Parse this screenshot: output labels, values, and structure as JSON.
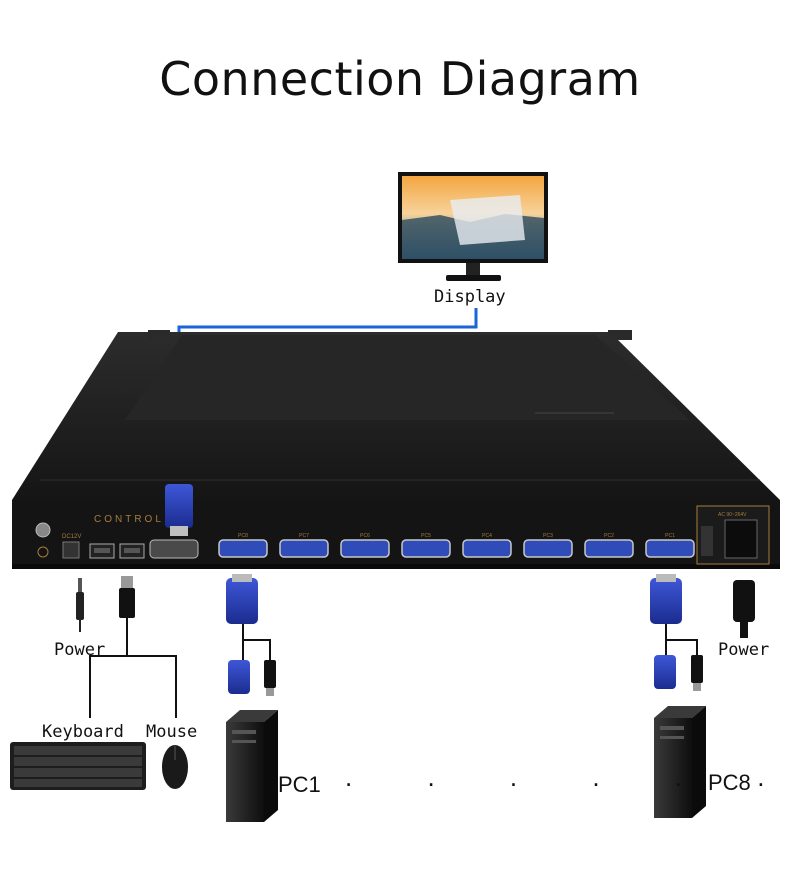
{
  "title": "Connection Diagram",
  "labels": {
    "display": "Display",
    "power_left": "Power",
    "power_right": "Power",
    "keyboard": "Keyboard",
    "mouse": "Mouse",
    "pc1": "PC1",
    "pc8": "PC8",
    "ellipsis": ". . . . . ."
  },
  "device": {
    "control_label": "CONTROL",
    "dc_label": "DC12V",
    "ac_label": "AC 90~264V",
    "ports": [
      "PC8",
      "PC7",
      "PC6",
      "PC5",
      "PC4",
      "PC3",
      "PC2",
      "PC1"
    ]
  },
  "colors": {
    "cable_blue": "#1a66d9",
    "vga_blue": "#2a3fb5",
    "device_body": "#1c1c1c"
  }
}
